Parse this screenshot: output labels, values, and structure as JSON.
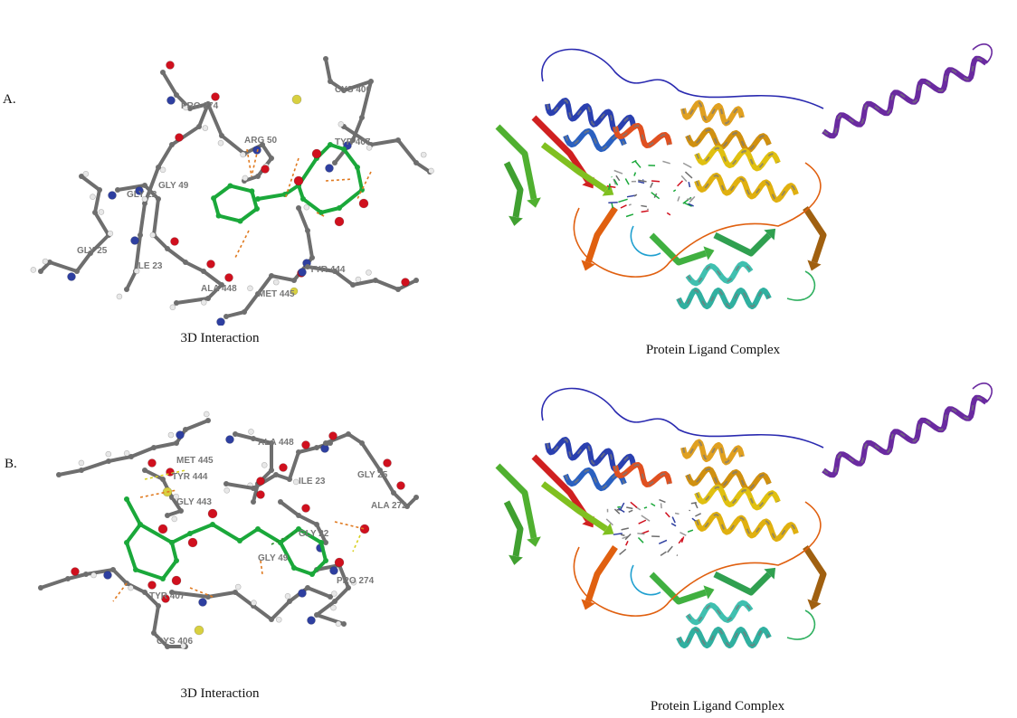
{
  "panels": [
    {
      "label": "A.",
      "interaction_caption": "3D Interaction",
      "complex_caption": "Protein Ligand Complex",
      "residues": [
        "PRO 274",
        "ARG 50",
        "CYS 406",
        "TYR 407",
        "GLY 49",
        "GLY 22",
        "ILE 23",
        "ALA 448",
        "MET 445",
        "TYR 444",
        "GLY 25"
      ]
    },
    {
      "label": "B.",
      "interaction_caption": "3D Interaction",
      "complex_caption": "Protein Ligand Complex",
      "residues": [
        "ALA 448",
        "MET 445",
        "TYR 444",
        "GLY 443",
        "ILE 23",
        "GLY 25",
        "ALA 272",
        "GLY 22",
        "PRO 274",
        "TYR 407",
        "CYS 406",
        "GLY 49"
      ]
    }
  ],
  "colors": {
    "carbon": "#6e6e6e",
    "oxygen": "#d0101e",
    "nitrogen": "#2e3fa0",
    "hydrogen": "#e8e8e8",
    "sulfur": "#d8d040",
    "ligand": "#1aa83a",
    "hbond": "#e07a20"
  }
}
